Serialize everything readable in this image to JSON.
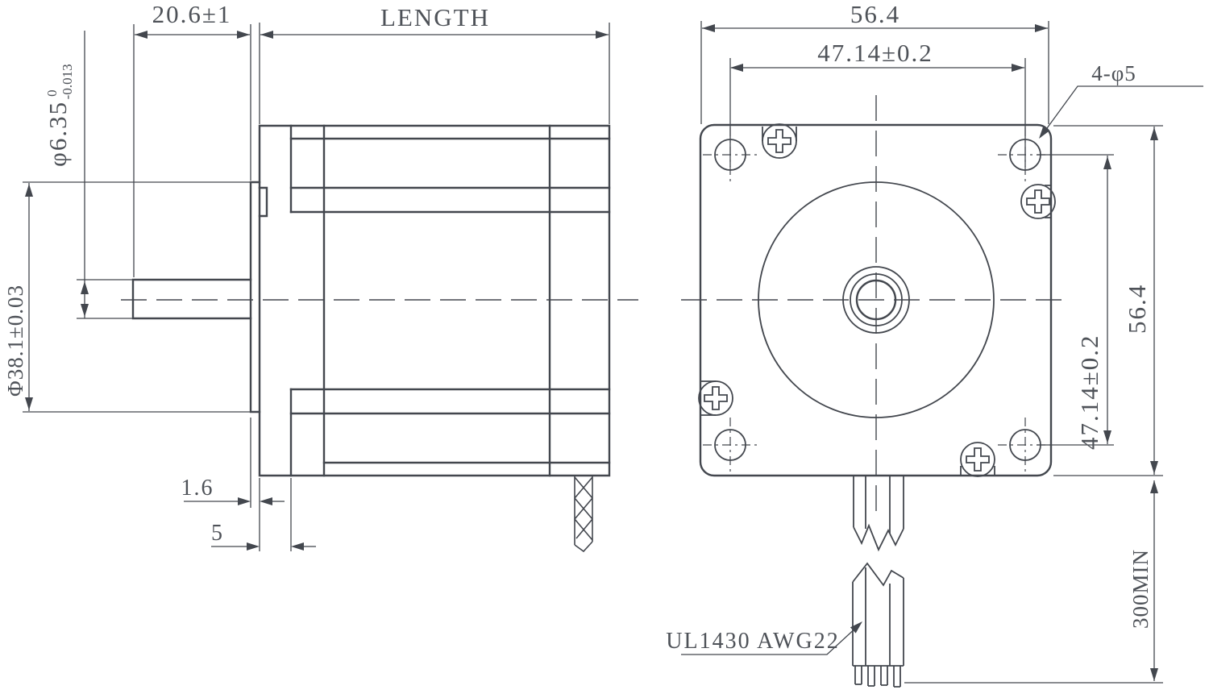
{
  "side_view": {
    "shaft_extension": "20.6±1",
    "length_label": "LENGTH",
    "shaft_diameter": "φ6.35",
    "shaft_diameter_tol_upper": "0",
    "shaft_diameter_tol_lower": "-0.013",
    "pilot_diameter": "Φ38.1±0.03",
    "pilot_height": "1.6",
    "flange_thickness": "5"
  },
  "front_view": {
    "width": "56.4",
    "hole_spacing_horizontal": "47.14±0.2",
    "mounting_holes": "4-φ5",
    "hole_spacing_vertical": "47.14±0.2",
    "height": "56.4",
    "lead_wire_length": "300MIN",
    "lead_wire_spec": "UL1430 AWG22"
  },
  "colors": {
    "line": "#43474e",
    "text": "#4e5258",
    "background": "#ffffff"
  }
}
